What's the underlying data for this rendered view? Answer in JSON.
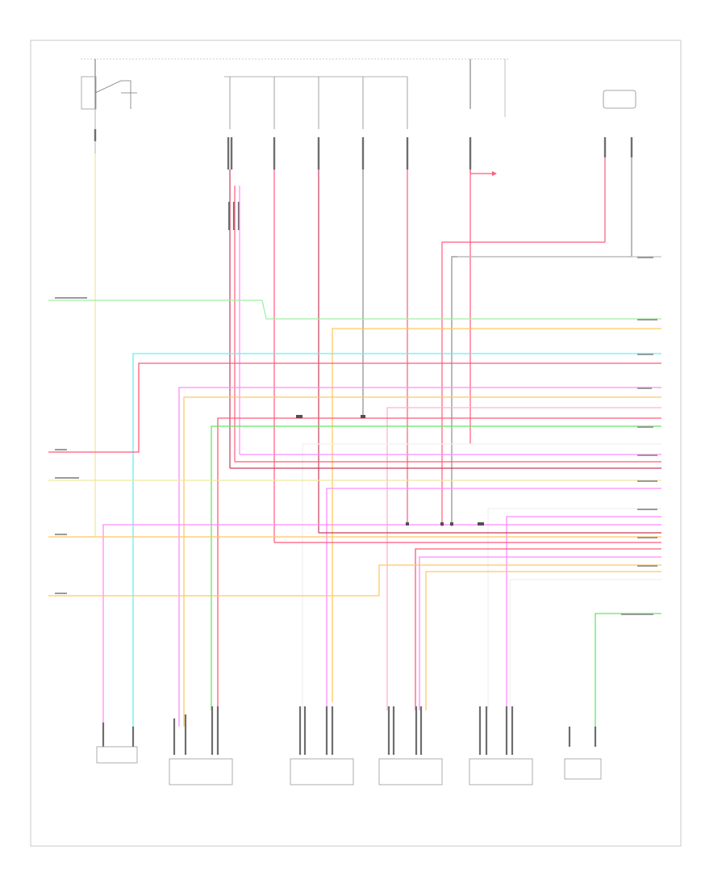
{
  "page": {
    "footer_code": "",
    "frame_color": "#c8c8c8"
  },
  "wire_colors": {
    "red": "#ff5a7a",
    "dark_red": "#c83c5a",
    "pink": "#ffb4c8",
    "magenta": "#ff8cff",
    "yellow": "#f0e6a0",
    "orange": "#ffc864",
    "green": "#64e664",
    "light_green": "#a0f0a0",
    "cyan": "#64f0f0",
    "gray": "#8c8c8c",
    "dark_gray": "#505050"
  },
  "text": {
    "top_left_fuse": "",
    "top_mid_fuse": "",
    "top_right_module": "",
    "top_note": ""
  },
  "components": [
    {
      "key": "fuse-left",
      "label": ""
    },
    {
      "key": "fuse-mid",
      "label": ""
    },
    {
      "key": "module-right",
      "label": ""
    }
  ],
  "bottom_components": [
    {
      "key": "comp-1",
      "label": ""
    },
    {
      "key": "comp-2",
      "label": ""
    },
    {
      "key": "comp-3",
      "label": ""
    },
    {
      "key": "comp-4",
      "label": ""
    },
    {
      "key": "comp-5",
      "label": ""
    },
    {
      "key": "comp-6",
      "label": ""
    }
  ]
}
